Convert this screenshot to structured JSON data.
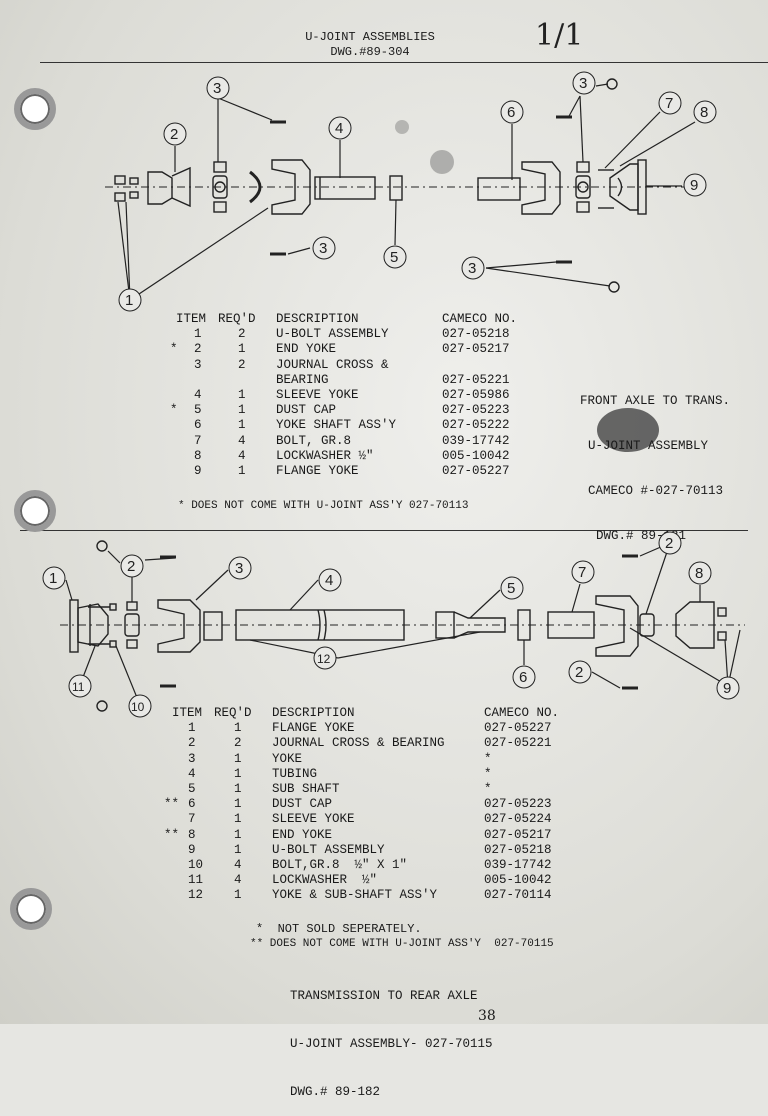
{
  "header": {
    "title": "U-JOINT ASSEMBLIES",
    "drawing": "DWG.#89-304"
  },
  "handnote": "1/1",
  "top": {
    "columns": {
      "item": "ITEM",
      "reqd": "REQ'D",
      "desc": "DESCRIPTION",
      "cameco": "CAMECO NO."
    },
    "rows": [
      {
        "mark": "",
        "item": "1",
        "reqd": "2",
        "desc": "U-BOLT ASSEMBLY",
        "cameco": "027-05218"
      },
      {
        "mark": "*",
        "item": "2",
        "reqd": "1",
        "desc": "END YOKE",
        "cameco": "027-05217"
      },
      {
        "mark": "",
        "item": "3",
        "reqd": "2",
        "desc": "JOURNAL CROSS &",
        "cameco": ""
      },
      {
        "mark": "",
        "item": "",
        "reqd": "",
        "desc": "BEARING",
        "cameco": "027-05221"
      },
      {
        "mark": "",
        "item": "4",
        "reqd": "1",
        "desc": "SLEEVE YOKE",
        "cameco": "027-05986"
      },
      {
        "mark": "*",
        "item": "5",
        "reqd": "1",
        "desc": "DUST CAP",
        "cameco": "027-05223"
      },
      {
        "mark": "",
        "item": "6",
        "reqd": "1",
        "desc": "YOKE SHAFT ASS'Y",
        "cameco": "027-05222"
      },
      {
        "mark": "",
        "item": "7",
        "reqd": "4",
        "desc": "BOLT, GR.8",
        "cameco": "039-17742"
      },
      {
        "mark": "",
        "item": "8",
        "reqd": "4",
        "desc": "LOCKWASHER ½\"",
        "cameco": "005-10042"
      },
      {
        "mark": "",
        "item": "9",
        "reqd": "1",
        "desc": "FLANGE YOKE",
        "cameco": "027-05227"
      }
    ],
    "footnote": "* DOES NOT COME WITH U-JOINT ASS'Y 027-70113",
    "caption": {
      "line1": "FRONT AXLE TO TRANS.",
      "line2": "U-JOINT ASSEMBLY",
      "line3": "CAMECO #-027-70113",
      "line4": "DWG.# 89-181"
    },
    "callouts": [
      "1",
      "2",
      "3",
      "3",
      "3",
      "3",
      "4",
      "5",
      "6",
      "7",
      "8",
      "9"
    ]
  },
  "bottom": {
    "columns": {
      "item": "ITEM",
      "reqd": "REQ'D",
      "desc": "DESCRIPTION",
      "cameco": "CAMECO NO."
    },
    "rows": [
      {
        "mark": "",
        "item": "1",
        "reqd": "1",
        "desc": "FLANGE YOKE",
        "cameco": "027-05227"
      },
      {
        "mark": "",
        "item": "2",
        "reqd": "2",
        "desc": "JOURNAL CROSS & BEARING",
        "cameco": "027-05221"
      },
      {
        "mark": "",
        "item": "3",
        "reqd": "1",
        "desc": "YOKE",
        "cameco": "*"
      },
      {
        "mark": "",
        "item": "4",
        "reqd": "1",
        "desc": "TUBING",
        "cameco": "*"
      },
      {
        "mark": "",
        "item": "5",
        "reqd": "1",
        "desc": "SUB SHAFT",
        "cameco": "*"
      },
      {
        "mark": "**",
        "item": "6",
        "reqd": "1",
        "desc": "DUST CAP",
        "cameco": "027-05223"
      },
      {
        "mark": "",
        "item": "7",
        "reqd": "1",
        "desc": "SLEEVE YOKE",
        "cameco": "027-05224"
      },
      {
        "mark": "**",
        "item": "8",
        "reqd": "1",
        "desc": "END YOKE",
        "cameco": "027-05217"
      },
      {
        "mark": "",
        "item": "9",
        "reqd": "1",
        "desc": "U-BOLT ASSEMBLY",
        "cameco": "027-05218"
      },
      {
        "mark": "",
        "item": "10",
        "reqd": "4",
        "desc": "BOLT,GR.8  ½\" X 1\"",
        "cameco": "039-17742"
      },
      {
        "mark": "",
        "item": "11",
        "reqd": "4",
        "desc": "LOCKWASHER  ½\"",
        "cameco": "005-10042"
      },
      {
        "mark": "",
        "item": "12",
        "reqd": "1",
        "desc": "YOKE & SUB-SHAFT ASS'Y",
        "cameco": "027-70114"
      }
    ],
    "note1": "*  NOT SOLD SEPERATELY.",
    "note2": "** DOES NOT COME WITH U-JOINT ASS'Y  027-70115",
    "caption": {
      "line1": "TRANSMISSION TO REAR AXLE",
      "line2": "U-JOINT ASSEMBLY-",
      "line3": "027-70115",
      "line4": "DWG.# 89-182"
    },
    "page_number": "38",
    "callouts": [
      "1",
      "2",
      "2",
      "2",
      "3",
      "4",
      "5",
      "6",
      "7",
      "8",
      "9",
      "10",
      "11",
      "12"
    ]
  }
}
